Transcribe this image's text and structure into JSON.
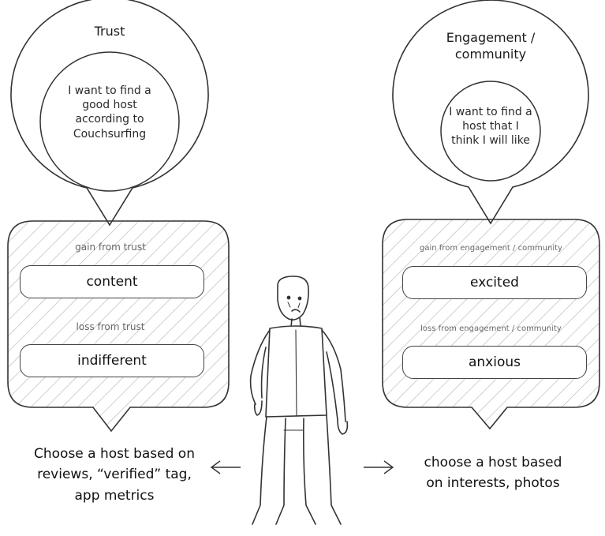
{
  "left": {
    "title": "Trust",
    "need": "I want to find a good host according to Couchsurfing",
    "gain_label": "gain from trust",
    "gain_value": "content",
    "loss_label": "loss from trust",
    "loss_value": "indifferent",
    "action": "Choose a host based on reviews, “verified” tag, app metrics"
  },
  "right": {
    "title": "Engagement / community",
    "need": "I want to find a host that I think I will like",
    "gain_label": "gain from engagement / community",
    "gain_value": "excited",
    "loss_label": "loss from engagement / community",
    "loss_value": "anxious",
    "action": "choose a host based on interests, photos"
  }
}
